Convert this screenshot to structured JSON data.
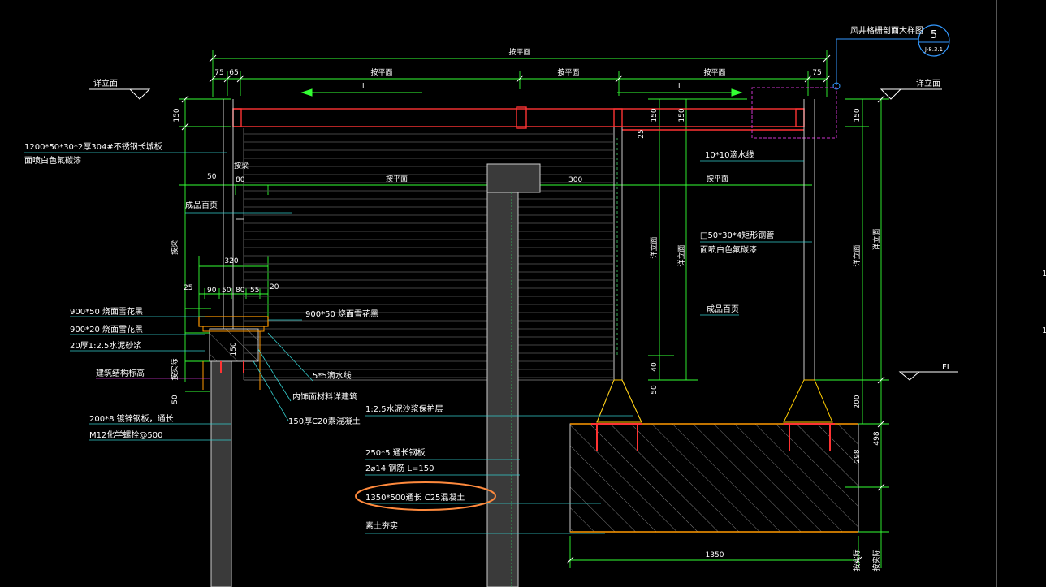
{
  "detail": {
    "callout_title": "风井格栅剖面大样图",
    "callout_number": "5",
    "callout_sheet": "J-8.3.1"
  },
  "dimensions": {
    "top_total": "按平面",
    "top_75_left": "75",
    "top_65": "65",
    "top_span_left": "按平面",
    "top_span_mid": "按平面",
    "top_span_right": "按平面",
    "top_75_right": "75",
    "arrow_i_left": "i",
    "arrow_i_right": "i",
    "left_150": "150",
    "left_50": "50",
    "left_80": "80",
    "left_by_beam": "按梁",
    "row_按平面_left": "按平面",
    "row_300": "300",
    "row_按平面_right": "按平面",
    "v_150_a": "150",
    "v_150_b": "150",
    "v_25": "25",
    "v_详立面_a": "详立面",
    "v_详立面_b": "详立面",
    "v_40": "40",
    "v_50": "50",
    "right_150": "150",
    "right_详立面": "详立面",
    "right_详立面_2": "详立面",
    "right_200": "200",
    "right_298": "298",
    "right_498": "498",
    "right_按实际_a": "按实际",
    "right_按实际_b": "按实际",
    "w_320": "320",
    "w_25": "25",
    "w_90": "90",
    "w_50": "50",
    "w_80": "80",
    "w_55": "55",
    "w_20": "20",
    "d_150": "150",
    "d_50": "50",
    "d_按实际": "按实际",
    "bottom_1350": "1350"
  },
  "levels": {
    "left_elev": "详立面",
    "right_elev": "详立面",
    "fl": "FL"
  },
  "annotations": {
    "louver_plate_1": "1200*50*30*2厚304#不锈钢长城板",
    "louver_plate_2": "面喷白色氟碳漆",
    "louver_left": "成品百页",
    "coping_1": "900*50  烧面雪花黑",
    "coping_2": "900*20  烧面雪花黑",
    "mortar": "20厚1:2.5水泥砂浆",
    "struct_level": "建筑结构标高",
    "plate_200": "200*8  镀锌钢板，通长",
    "bolt": "M12化学螺栓@500",
    "coping_right": "900*50  烧面雪花黑",
    "drip": "5*5滴水线",
    "inner_finish": "内饰面材料详建筑",
    "concrete_150": "150厚C20素混凝土",
    "drip_10": "10*10滴水线",
    "tube_1": "□50*30*4矩形钢管",
    "tube_2": "面喷白色氟碳漆",
    "louver_right": "成品百页",
    "protect": "1:2.5水泥沙浆保护层",
    "plate_250": "250*5  通长钢板",
    "rebar": "2⌀14 钢筋  L=150",
    "footing": "1350*500通长  C25混凝土",
    "soil": "素土夯实"
  },
  "colors": {
    "dim": "#33ff33",
    "steel": "#ff3333",
    "mortar": "#ff9900",
    "concrete": "#cccccc",
    "wall": "#3a3a3a",
    "magenta": "#cc33cc",
    "cyan": "#33cccc",
    "callout": "#3399ff",
    "highlight": "#ff8a3d"
  }
}
